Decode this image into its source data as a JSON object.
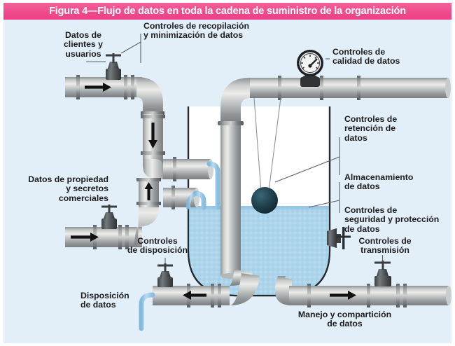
{
  "figure": {
    "title": "Figura 4—Flujo de datos en toda la cadena de suministro de la organización",
    "title_bg": "#ee4a8b",
    "title_color": "#ffffff",
    "canvas_bg": "#e3eff8",
    "water_color": "#a7d0e9",
    "pipe_color": "#b9bcbb",
    "valve_color": "#4b4f52",
    "ball_color": "#1e3b45"
  },
  "labels": {
    "customer_data": "Datos de\nclientes y\nusuarios",
    "collection_controls": "Controles de recopilación\ny minimización de datos",
    "quality_controls": "Controles de\ncalidad de datos",
    "retention_controls": "Controles de\nretención de\ndatos",
    "storage": "Almacenamiento\nde datos",
    "security_controls": "Controles de\nseguridad y protección\nde datos",
    "proprietary_data": "Datos de propiedad\ny secretos\ncomerciales",
    "disposal_controls": "Controles\nde disposición",
    "disposal_data": "Disposición\nde datos",
    "transmission_controls": "Controles de\ntransmisión",
    "handling_sharing": "Manejo y compartición\nde datos"
  },
  "icons": {
    "gauge": "pressure-gauge-icon",
    "valve": "valve-wheel-icon",
    "flow_arrow": "flow-arrow-icon",
    "float_ball": "float-ball-icon"
  },
  "flow_arrows": [
    {
      "name": "customer-inflow-arrow",
      "direction": "right"
    },
    {
      "name": "downpipe-arrow",
      "direction": "down"
    },
    {
      "name": "proprietary-inflow-arrow",
      "direction": "right"
    },
    {
      "name": "proprietary-uppipe-arrow",
      "direction": "up"
    },
    {
      "name": "disposal-outflow-arrow",
      "direction": "left"
    },
    {
      "name": "handling-outflow-arrow",
      "direction": "right"
    }
  ]
}
